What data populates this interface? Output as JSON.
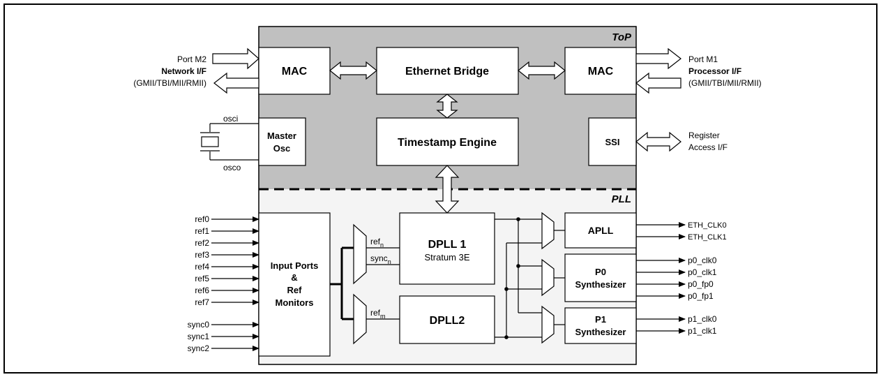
{
  "regions": {
    "top": "ToP",
    "pll": "PLL"
  },
  "blocks": {
    "mac_left": "MAC",
    "ethernet_bridge": "Ethernet Bridge",
    "mac_right": "MAC",
    "master_osc": [
      "Master",
      "Osc"
    ],
    "timestamp_engine": "Timestamp Engine",
    "ssi": "SSI",
    "input_ports": [
      "Input Ports",
      "&",
      "Ref",
      "Monitors"
    ],
    "dpll1": {
      "title": "DPLL 1",
      "subtitle": "Stratum 3E"
    },
    "dpll2": "DPLL2",
    "apll": "APLL",
    "p0_synth": [
      "P0",
      "Synthesizer"
    ],
    "p1_synth": [
      "P1",
      "Synthesizer"
    ]
  },
  "left_port": {
    "line1": "Port M2",
    "line2": "Network I/F",
    "line3": "(GMII/TBI/MII/RMII)"
  },
  "right_port": {
    "line1": "Port M1",
    "line2": "Processor I/F",
    "line3": "(GMII/TBI/MII/RMII)"
  },
  "register_access": [
    "Register",
    "Access I/F"
  ],
  "osc_pins": {
    "in": "osci",
    "out": "osco"
  },
  "ref_inputs": [
    "ref0",
    "ref1",
    "ref2",
    "ref3",
    "ref4",
    "ref5",
    "ref6",
    "ref7"
  ],
  "sync_inputs": [
    "sync0",
    "sync1",
    "sync2"
  ],
  "mux_labels": {
    "refn": {
      "base": "ref",
      "sub": "n"
    },
    "syncn": {
      "base": "sync",
      "sub": "n"
    },
    "refm": {
      "base": "ref",
      "sub": "m"
    }
  },
  "eth_outputs": [
    "ETH_CLK0",
    "ETH_CLK1"
  ],
  "p0_outputs": [
    "p0_clk0",
    "p0_clk1",
    "p0_fp0",
    "p0_fp1"
  ],
  "p1_outputs": [
    "p1_clk0",
    "p1_clk1"
  ],
  "colors": {
    "top_region": "#c0c0c0",
    "pll_region": "#f4f4f4",
    "border": "#000000"
  }
}
